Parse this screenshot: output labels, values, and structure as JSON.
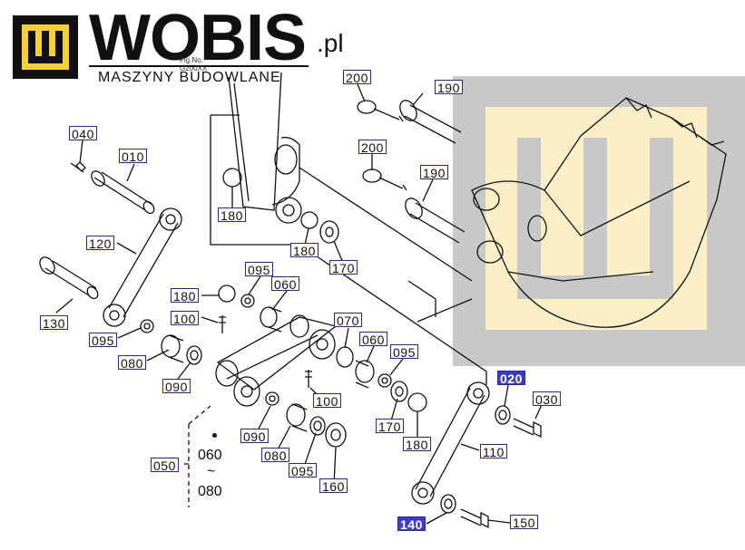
{
  "brand": {
    "name": "WOBIS",
    "tld": ".pl",
    "subtitle": "MASZYNY BUDOWLANE",
    "logo_glyph": "Ш",
    "fig_no": "Fig.No.",
    "fig_code": "G200XX"
  },
  "colors": {
    "logo_yellow": "#f4d03f",
    "watermark_gray": "#c8c8c8",
    "watermark_yellow": "#fbefc8",
    "label_border": "#2a2a80",
    "highlight": "#3b3bc4"
  },
  "labels": {
    "p040": "040",
    "p010": "010",
    "p120": "120",
    "p130": "130",
    "p095_a": "095",
    "p080_a": "080",
    "p090_a": "090",
    "p100_a": "100",
    "p180_a": "180",
    "p095_b": "095",
    "p060_a": "060",
    "p200_a": "200",
    "p190_a": "190",
    "p200_b": "200",
    "p180_b": "180",
    "p190_b": "190",
    "p180_c": "180",
    "p170_a": "170",
    "p070": "070",
    "p060_b": "060",
    "p095_c": "095",
    "p100_b": "100",
    "p170_b": "170",
    "p180_d": "180",
    "p020": "020",
    "p030": "030",
    "p110": "110",
    "p050": "050",
    "p090_b": "090",
    "p080_b": "080",
    "p095_d": "095",
    "p160": "160",
    "p140": "140",
    "p150": "150"
  },
  "range_note": {
    "from": "060",
    "tilde": "~",
    "to": "080"
  }
}
